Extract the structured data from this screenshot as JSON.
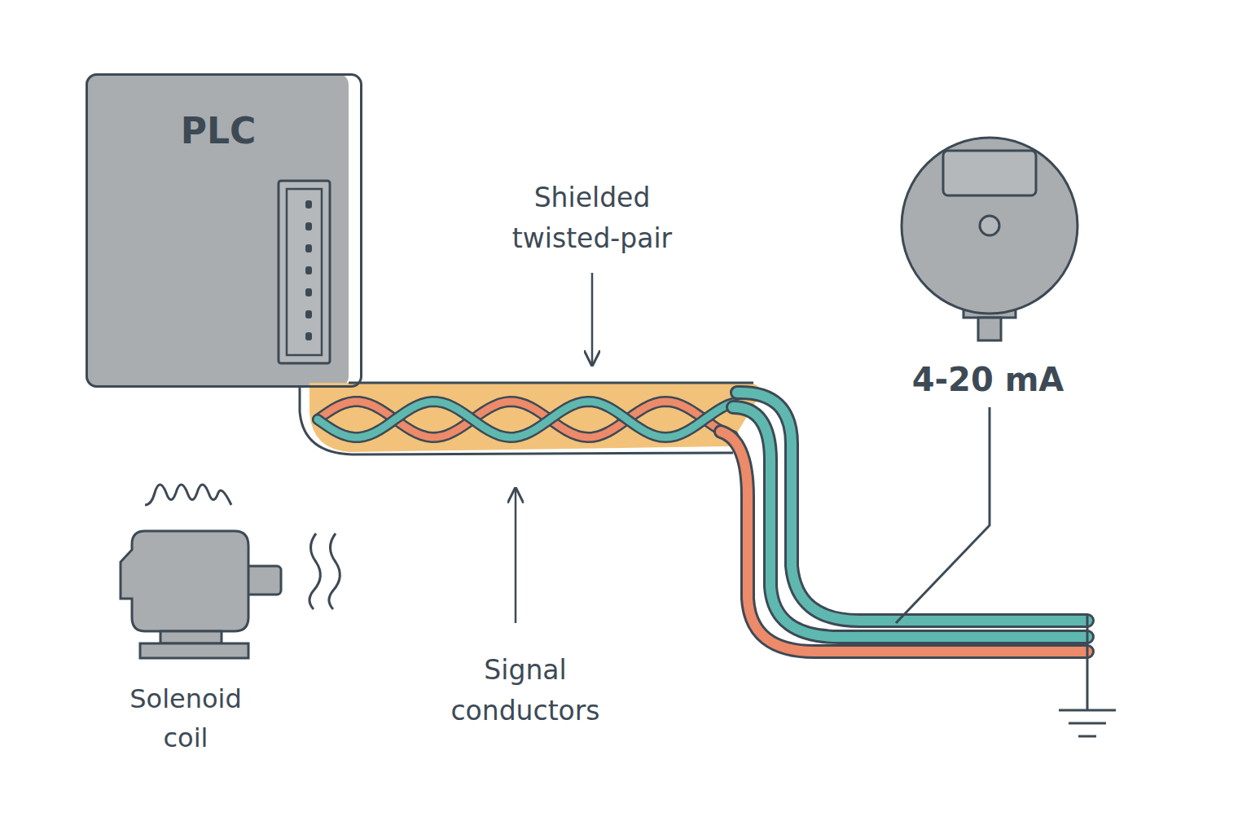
{
  "diagram": {
    "nodes": [
      {
        "text": [
          "PLC"
        ]
      }
    ],
    "labels": [
      "Shielded twisted-pair",
      "Signal conductors",
      "4-20 mA",
      "Solenoid coil"
    ]
  }
}
